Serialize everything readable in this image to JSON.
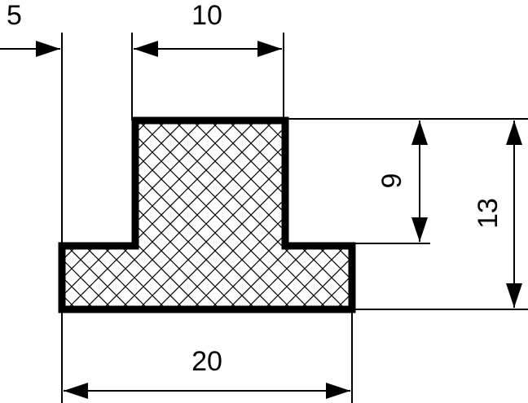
{
  "drawing": {
    "dimensions": {
      "offset_left": "5",
      "top_width": "10",
      "top_height": "9",
      "total_height": "13",
      "base_width": "20"
    },
    "colors": {
      "line": "#000000",
      "background": "#ffffff",
      "hatch": "#000000"
    }
  }
}
